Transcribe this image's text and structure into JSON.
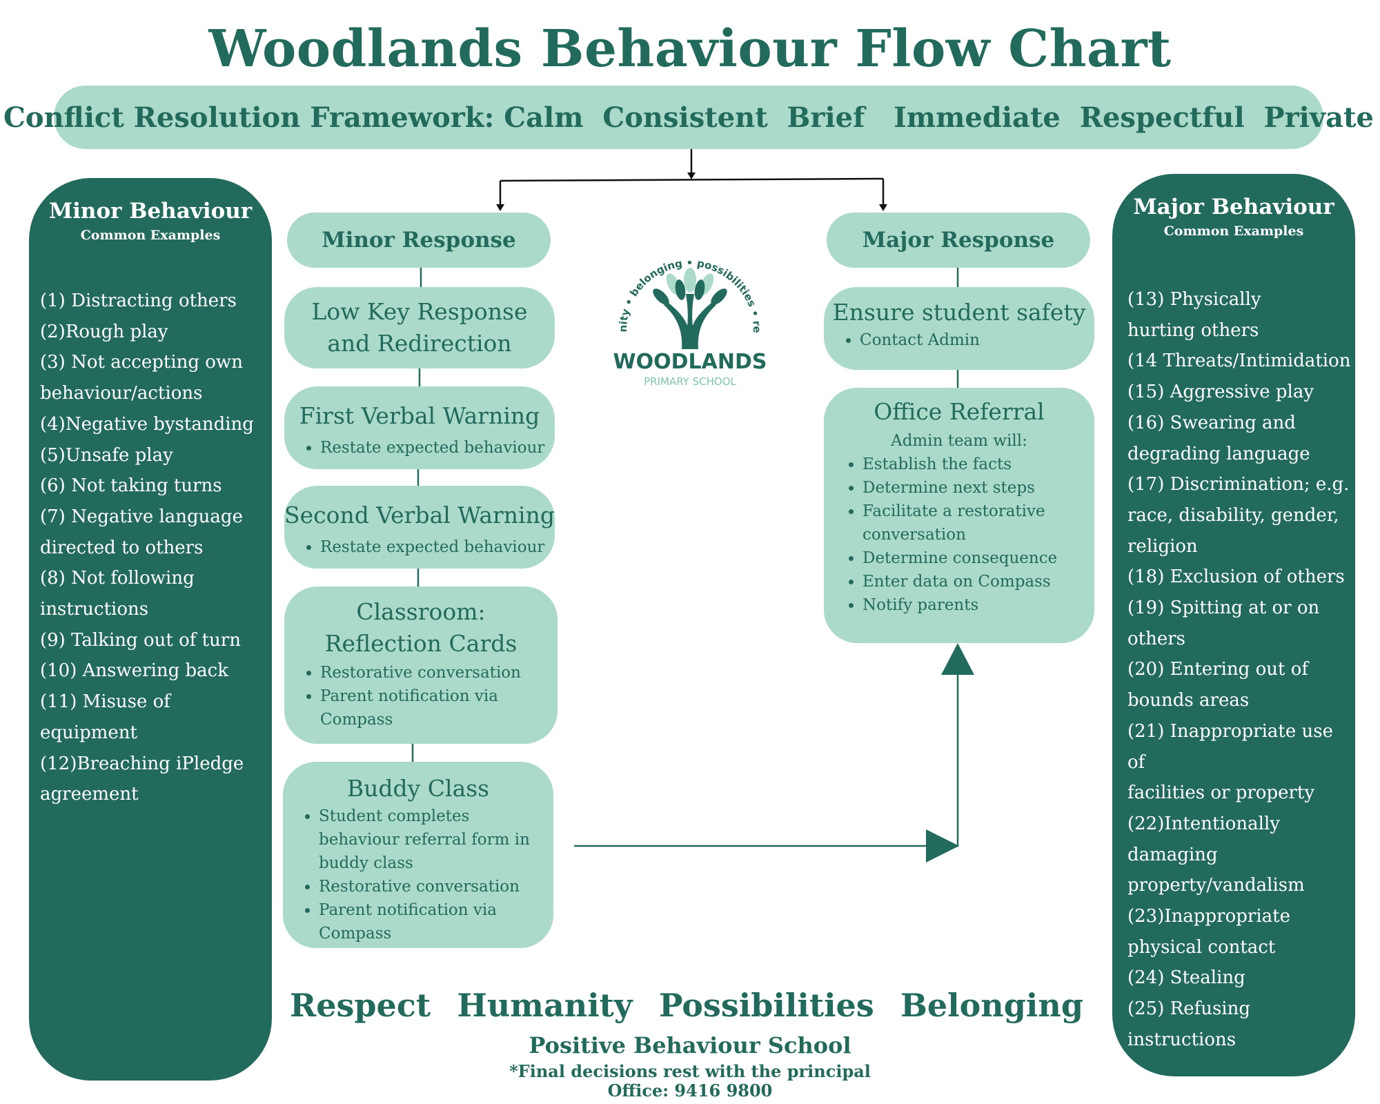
{
  "title": "Woodlands Behaviour Flow Chart",
  "framework": "Conflict Resolution Framework: Calm  Consistent  Brief   Immediate  Respectful  Private",
  "minor_panel": {
    "heading": "Minor Behaviour",
    "subheading": "Common Examples",
    "items": [
      "(1) Distracting others",
      "(2)Rough play",
      "(3) Not accepting own",
      "behaviour/actions",
      "(4)Negative bystanding",
      "(5)Unsafe play",
      "(6) Not taking turns",
      "(7) Negative language",
      "directed to others",
      "(8) Not following",
      "instructions",
      "(9) Talking out of turn",
      "(10) Answering back",
      "(11) Misuse of equipment",
      "(12)Breaching iPledge",
      "agreement"
    ]
  },
  "major_panel": {
    "heading": "Major Behaviour",
    "subheading": "Common Examples",
    "items": [
      "(13)  Physically",
      "hurting others",
      "(14 Threats/Intimidation",
      "(15) Aggressive play",
      "(16) Swearing and",
      "degrading language",
      "(17) Discrimination; e.g.",
      "race, disability, gender,",
      "religion",
      "(18) Exclusion of others",
      "(19) Spitting at or on",
      "others",
      "(20) Entering out of",
      "bounds areas",
      "(21) Inappropriate use of",
      "facilities or property",
      "(22)Intentionally",
      "damaging",
      "property/vandalism",
      "(23)Inappropriate",
      "physical contact",
      "(24) Stealing",
      "(25) Refusing",
      "instructions"
    ]
  },
  "minor_flow": {
    "header": "Minor Response",
    "low_key": {
      "line1": "Low Key Response",
      "line2": "and Redirection"
    },
    "first_warning": {
      "title": "First Verbal Warning",
      "bullets": [
        "Restate expected behaviour"
      ]
    },
    "second_warning": {
      "title": "Second Verbal Warning",
      "bullets": [
        "Restate expected behaviour"
      ]
    },
    "reflection": {
      "title_line1": "Classroom:",
      "title_line2": "Reflection Cards",
      "bullets": [
        "Restorative conversation",
        "Parent notification via Compass"
      ]
    },
    "buddy": {
      "title": "Buddy Class",
      "bullets": [
        "Student completes behaviour referral form in buddy class",
        "Restorative conversation",
        "Parent notification via Compass"
      ]
    }
  },
  "major_flow": {
    "header": "Major Response",
    "safety": {
      "title": "Ensure student safety",
      "bullets": [
        "Contact Admin"
      ]
    },
    "office": {
      "title": "Office Referral",
      "subtitle": "Admin team will:",
      "bullets": [
        "Establish the facts",
        "Determine next steps",
        "Facilitate a restorative conversation",
        "Determine consequence",
        "Enter data on Compass",
        "Notify parents"
      ]
    }
  },
  "logo": {
    "arc_text": "humanity • belonging • possibilities • respect",
    "name": "WOODLANDS",
    "subtitle": "PRIMARY SCHOOL"
  },
  "values": [
    "Respect",
    "Humanity",
    "Possibilities",
    "Belonging"
  ],
  "footer": {
    "school_type": "Positive Behaviour School",
    "note": "*Final decisions rest with the principal",
    "office": "Office: 9416 9800"
  },
  "colors": {
    "dark_green": "#216a5c",
    "light_green": "#abdaca",
    "background": "#ffffff"
  }
}
